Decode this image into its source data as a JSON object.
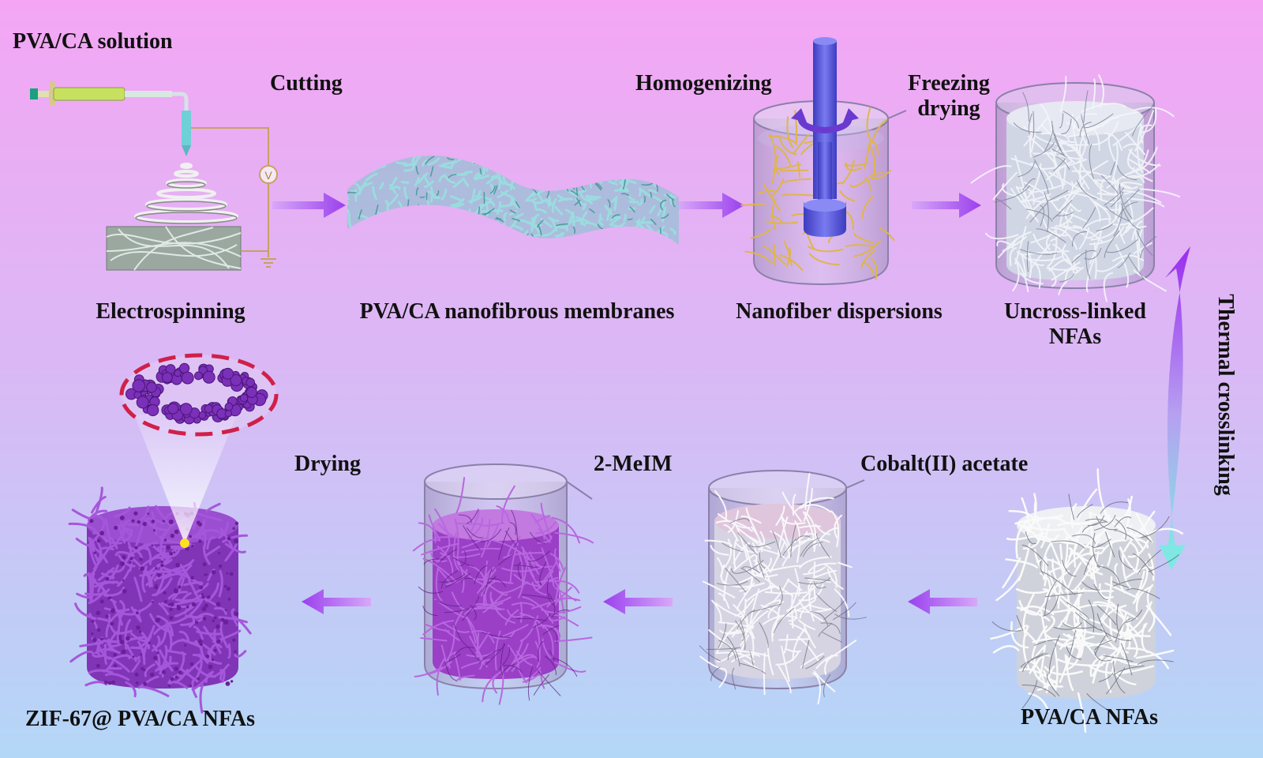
{
  "colors": {
    "bg_top": "#f4a6f4",
    "bg_bottom": "#b3d7f7",
    "arrow": "#a050f0",
    "cyan_fiber": "#8fd3d8",
    "yellow_fiber": "#e0b54a",
    "white_fiber": "#e8e8ee",
    "purple_fiber": "#8a3fc0",
    "rotor": "#5a5ad8",
    "dashed_circle": "#d0204a"
  },
  "labels": {
    "solution": "PVA/CA solution",
    "cutting": "Cutting",
    "homogenizing": "Homogenizing",
    "freezing": "Freezing",
    "drying_top": "drying",
    "electrospinning": "Electrospinning",
    "membranes": "PVA/CA nanofibrous membranes",
    "dispersions": "Nanofiber dispersions",
    "uncross_1": "Uncross-linked",
    "uncross_2": "NFAs",
    "thermal": "Thermal crosslinking",
    "drying": "Drying",
    "meim": "2-MeIM",
    "cobalt": "Cobalt(II) acetate",
    "zif": "ZIF-67@ PVA/CA NFAs",
    "nfas": "PVA/CA NFAs",
    "voltage": "V"
  },
  "icons": [
    "syringe-icon",
    "voltage-source-icon",
    "ground-icon",
    "rotation-arrow-icon"
  ]
}
